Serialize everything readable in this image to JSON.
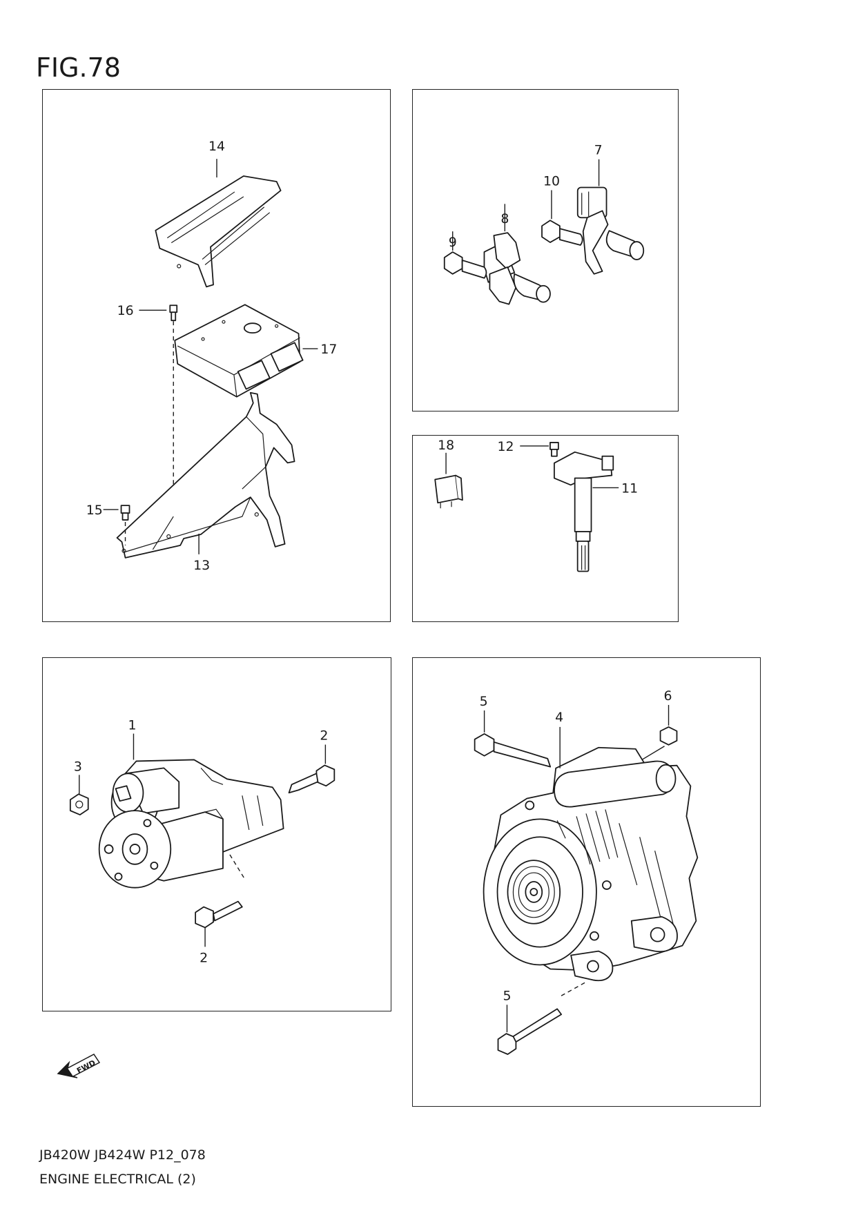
{
  "figure": {
    "title": "FIG.78"
  },
  "callouts": {
    "ecu_panel": [
      "14",
      "16",
      "17",
      "15",
      "13"
    ],
    "sensor_panel": [
      "7",
      "10",
      "8",
      "9"
    ],
    "coil_panel": [
      "18",
      "12",
      "11"
    ],
    "starter_panel": [
      "1",
      "2",
      "3",
      "2"
    ],
    "alternator_panel": [
      "5",
      "6",
      "4",
      "5"
    ]
  },
  "fwd_marker": {
    "text": "FWD"
  },
  "footer": {
    "code": "JB420W JB424W P12_078",
    "name": "ENGINE ELECTRICAL (2)"
  }
}
